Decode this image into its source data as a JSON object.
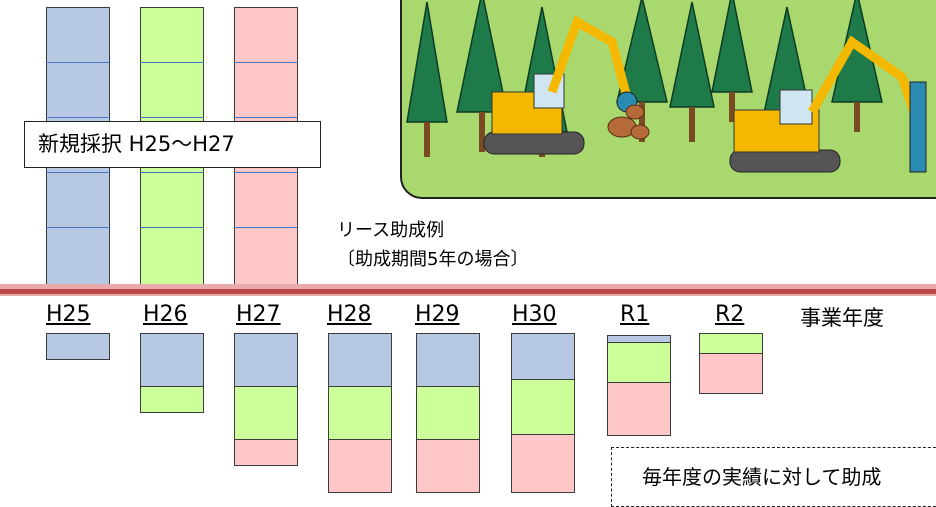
{
  "labels": {
    "new_adoption": "新規採択 H25～H27",
    "lease_example_line1": "リース助成例",
    "lease_example_line2": "〔助成期間5年の場合〕",
    "axis_title": "事業年度",
    "note": "毎年度の実績に対して助成"
  },
  "fiscal_years": [
    "H25",
    "H26",
    "H27",
    "H28",
    "H29",
    "H30",
    "R1",
    "R2"
  ],
  "legend_colors": {
    "H25_adoption": "#b7c9e2",
    "H26_adoption": "#ccff99",
    "H27_adoption": "#ffc7c7"
  },
  "illustration": {
    "subject": "forestry-machines-in-forest",
    "background_color": "#a9d86e"
  }
}
